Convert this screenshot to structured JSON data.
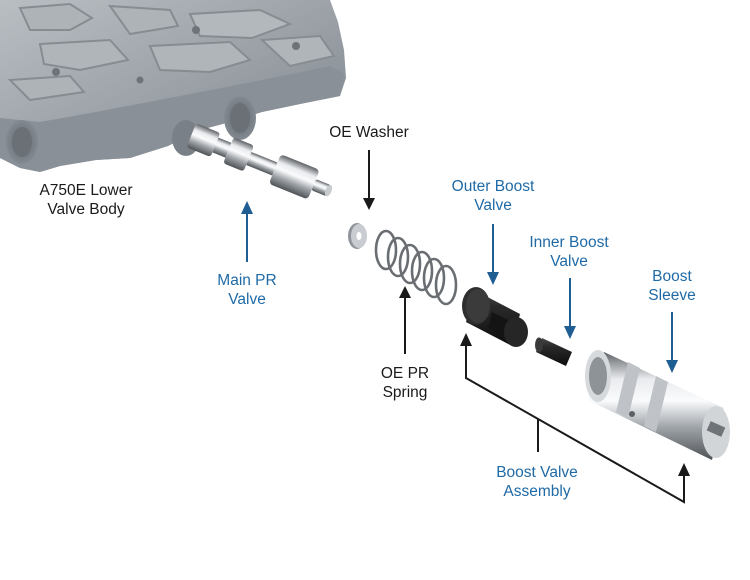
{
  "colors": {
    "blue_label": "#1f6aa6",
    "black_label": "#1a1a1a",
    "blue_arrow": "#1f5e93",
    "casting": "#9aa0a6"
  },
  "labels": {
    "valve_body": [
      "A750E Lower",
      "Valve Body"
    ],
    "oe_washer": "OE Washer",
    "main_pr_valve": [
      "Main PR",
      "Valve"
    ],
    "oe_pr_spring": [
      "OE PR",
      "Spring"
    ],
    "outer_boost_valve": [
      "Outer Boost",
      "Valve"
    ],
    "inner_boost_valve": [
      "Inner Boost",
      "Valve"
    ],
    "boost_sleeve": [
      "Boost",
      "Sleeve"
    ],
    "boost_valve_assembly": [
      "Boost Valve",
      "Assembly"
    ]
  }
}
